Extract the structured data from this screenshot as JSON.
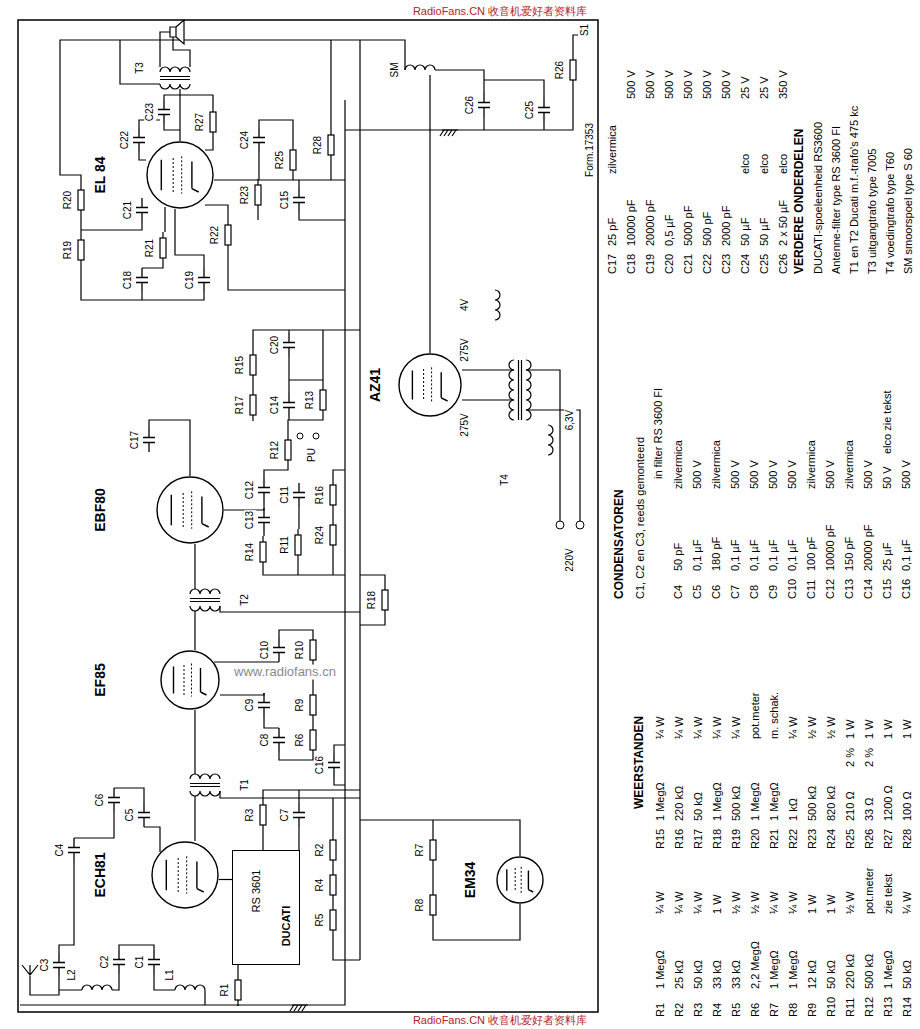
{
  "diagram": {
    "nodes": [
      {
        "text": [
          "EL 84"
        ]
      },
      {
        "text": [
          "EBF80"
        ]
      },
      {
        "text": [
          "EF85"
        ]
      },
      {
        "text": [
          "ECH81"
        ]
      },
      {
        "text": [
          "DUCATI",
          "RS 3601"
        ]
      },
      {
        "text": [
          "AZ41"
        ]
      },
      {
        "text": [
          "EM34"
        ]
      }
    ],
    "edges": [
      {
        "from": 4,
        "to": 3,
        "arrow": "none"
      }
    ],
    "labels": [
      "RadioFans.CN 收音机爱好者资料库",
      "www.radiofans.cn",
      "RadioFans.CN 收音机爱好者资料库",
      "T3",
      "C23",
      "R27",
      "R28",
      "C24",
      "R25",
      "R23",
      "R22",
      "C22",
      "R20",
      "C21",
      "R19",
      "R21",
      "C18",
      "C19",
      "C15",
      "C20",
      "R15",
      "R17",
      "C14",
      "R13",
      "R12",
      "PU",
      "C17",
      "C12",
      "C13",
      "R14",
      "C11",
      "R11",
      "R16",
      "R24",
      "R18",
      "T2",
      "C10",
      "R10",
      "C9",
      "R9",
      "C8",
      "R6",
      "C16",
      "T1",
      "C6",
      "C5",
      "C4",
      "R3",
      "C7",
      "R2",
      "R4",
      "R5",
      "C3",
      "L2",
      "C2",
      "C1",
      "L1",
      "R1",
      "SM",
      "C26",
      "C25",
      "R26",
      "S1",
      "Form.17353",
      "T4",
      "4V",
      "275V",
      "275V",
      "6,3V",
      "220V",
      "R7",
      "R8",
      "WEERSTANDEN",
      "R1",
      "1 MegΩ",
      "¼ W",
      "R2",
      "25 kΩ",
      "¼ W",
      "R3",
      "50 kΩ",
      "¼ W",
      "R4",
      "33 kΩ",
      "1 W",
      "R5",
      "33 kΩ",
      "½ W",
      "R6",
      "2,2 MegΩ",
      "½ W",
      "R7",
      "1 MegΩ",
      "¼ W",
      "R8",
      "1 MegΩ",
      "¼ W",
      "R9",
      "12 kΩ",
      "1 W",
      "R10",
      "50 kΩ",
      "1 W",
      "R11",
      "220 kΩ",
      "½ W",
      "R12",
      "500 kΩ",
      "pot.meter",
      "R13",
      "1 MegΩ",
      "zie tekst",
      "R14",
      "50 kΩ",
      "¼ W",
      "R15",
      "1 MegΩ",
      "¼ W",
      "R16",
      "220 kΩ",
      "¼ W",
      "R17",
      "50 kΩ",
      "¼ W",
      "R18",
      "1 MegΩ",
      "¼ W",
      "R19",
      "500 kΩ",
      "¼ W",
      "R20",
      "1 MegΩ",
      "pot.meter",
      "R21",
      "1 MegΩ",
      "m. schak.",
      "R22",
      "1 kΩ",
      "¼ W",
      "R23",
      "500 kΩ",
      "½ W",
      "R24",
      "820 kΩ",
      "½ W",
      "R25",
      "210 Ω",
      "2 %",
      "1 W",
      "R26",
      "33 Ω",
      "2 %",
      "1 W",
      "R27",
      "1200 Ω",
      "1 W",
      "R28",
      "100 Ω",
      "1 W",
      "CONDENSATOREN",
      "C1, C2 en C3, reeds gemonteerd",
      "in filter RS 3600 FI",
      "C4",
      "50 pF",
      "zilvermica",
      "C5",
      "0,1 µF",
      "500 V",
      "C6",
      "180 pF",
      "zilvermica",
      "C7",
      "0,1 µF",
      "500 V",
      "C8",
      "0,1 µF",
      "500 V",
      "C9",
      "0,1 µF",
      "500 V",
      "C10",
      "0,1 µF",
      "500 V",
      "C11",
      "100 pF",
      "zilvermica",
      "C12",
      "10000 pF",
      "500 V",
      "C13",
      "150 pF",
      "zilvermica",
      "C14",
      "20000 pF",
      "500 V",
      "C15",
      "25 µF",
      "50 V",
      "elco zie tekst",
      "C16",
      "0,1 µF",
      "500 V",
      "C17",
      "25 pF",
      "zilvermica",
      "C18",
      "10000 pF",
      "500 V",
      "C19",
      "20000 pF",
      "500 V",
      "C20",
      "0,5 µF",
      "500 V",
      "C21",
      "5000 pF",
      "500 V",
      "C22",
      "500 pF",
      "500 V",
      "C23",
      "2000 pF",
      "500 V",
      "C24",
      "50 µF",
      "elco",
      "25 V",
      "C25",
      "50 µF",
      "elco",
      "25 V",
      "C26",
      "2 x 50 µF",
      "elco",
      "350 V",
      "VERDERE ONDERDELEN",
      "DUCATI-spoeleenheid RS3600",
      "Antenne-filter type RS 3600 FI",
      "T1 en T2 Ducati m.f.-trafo's 475 kc",
      "T3 uitgangtrafo type 7005",
      "T4 voedingtrafo type T60",
      "SM smoorspoel type S 60"
    ]
  }
}
